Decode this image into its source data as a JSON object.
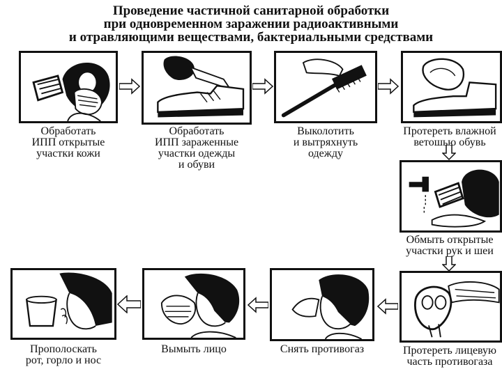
{
  "title": {
    "line1": "Проведение частичной санитарной обработки",
    "line2": "при одновременном заражении радиоактивными",
    "line3": "и отравляющими веществами, бактериальными средствами"
  },
  "steps": [
    {
      "lines": [
        "Обработать",
        "ИПП открытые",
        "участки кожи"
      ]
    },
    {
      "lines": [
        "Обработать",
        "ИПП зараженные",
        "участки одежды",
        "и обуви"
      ]
    },
    {
      "lines": [
        "Выколотить",
        "и вытряхнуть",
        "одежду"
      ]
    },
    {
      "lines": [
        "Протереть влажной",
        "ветошью обувь"
      ]
    },
    {
      "lines": [
        "Обмыть открытые",
        "участки рук и шеи"
      ]
    },
    {
      "lines": [
        "Протереть лицевую",
        "часть противогаза"
      ]
    },
    {
      "lines": [
        "Снять противогаз"
      ]
    },
    {
      "lines": [
        "Вымыть лицо"
      ]
    },
    {
      "lines": [
        "Прополоскать",
        "рот, горло и нос"
      ]
    }
  ],
  "colors": {
    "ink": "#111111",
    "background": "#ffffff"
  }
}
